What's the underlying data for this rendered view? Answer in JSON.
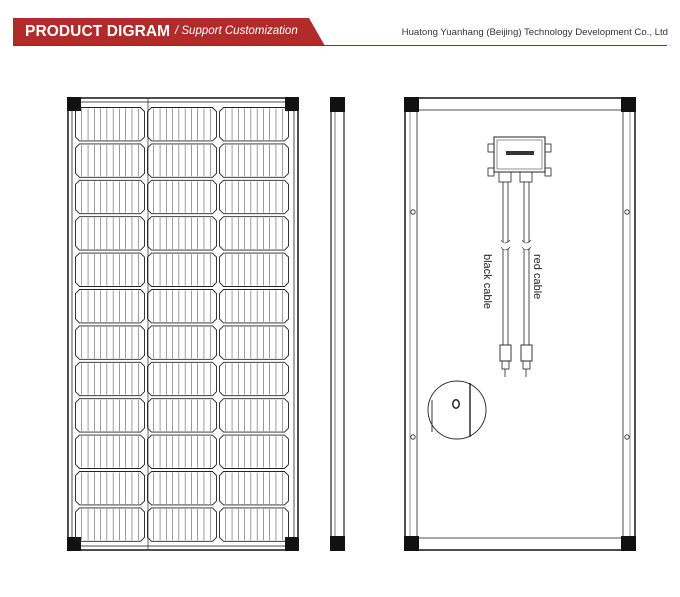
{
  "header": {
    "title": "PRODUCT DIGRAM",
    "subtitle": "/ Support Customization",
    "company": "Huatong Yuanhang (Beijing) Technology Development Co., Ltd",
    "accent_color": "#b22b2b"
  },
  "back_view": {
    "cable_labels": {
      "left": "black cable",
      "right": "red cable"
    }
  }
}
